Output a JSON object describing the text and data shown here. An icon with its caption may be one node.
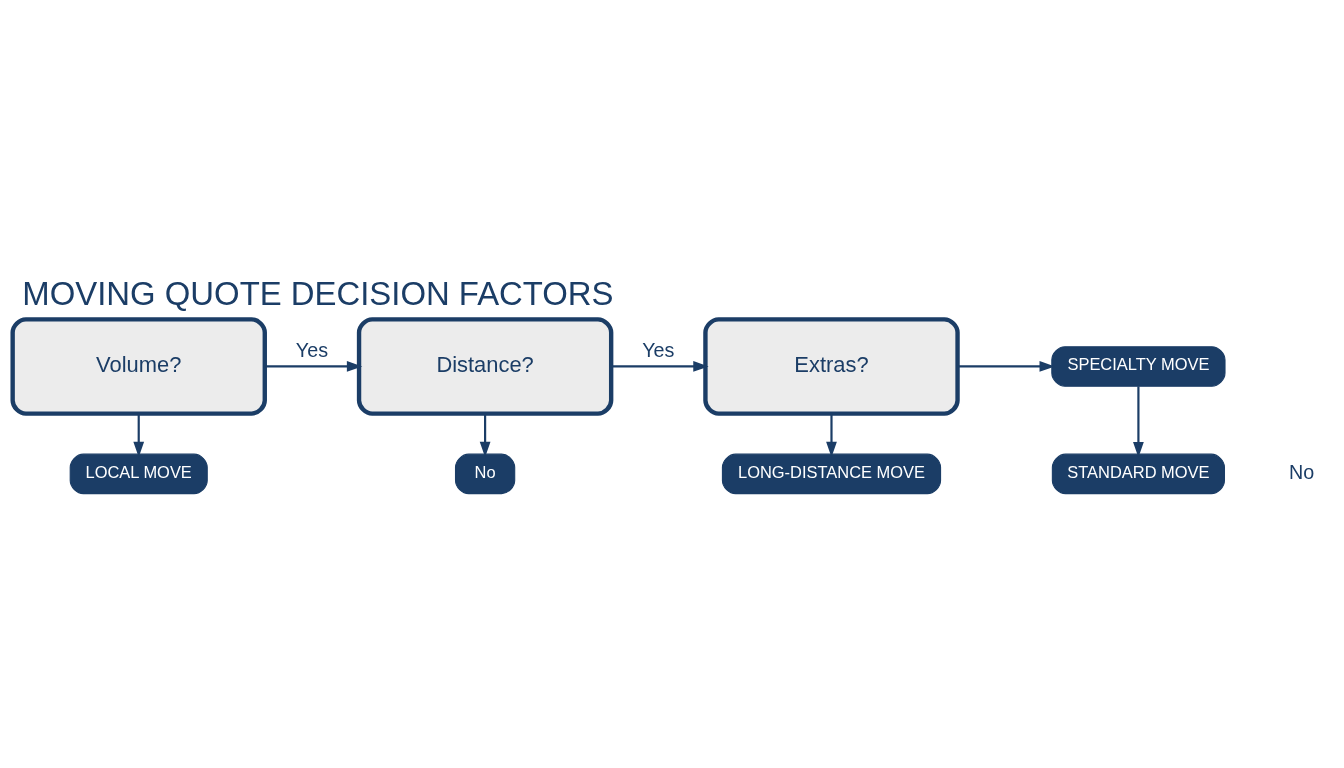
{
  "diagram": {
    "title": "MOVING QUOTE DECISION FACTORS",
    "nodes": [
      {
        "text": [
          "Volume?"
        ]
      },
      {
        "text": [
          "Distance?"
        ]
      },
      {
        "text": [
          "Extras?"
        ]
      },
      {
        "text": [
          "SPECIALTY MOVE"
        ]
      },
      {
        "text": [
          "LOCAL MOVE"
        ]
      },
      {
        "text": [
          "No"
        ]
      },
      {
        "text": [
          "LONG-DISTANCE MOVE"
        ]
      },
      {
        "text": [
          "STANDARD MOVE"
        ]
      }
    ],
    "edges": [
      {
        "from": 0,
        "to": 1,
        "arrow": "to",
        "label": "Yes"
      },
      {
        "from": 1,
        "to": 2,
        "arrow": "to",
        "label": "Yes"
      },
      {
        "from": 2,
        "to": 3,
        "arrow": "to"
      },
      {
        "from": 0,
        "to": 4,
        "arrow": "to"
      },
      {
        "from": 1,
        "to": 5,
        "arrow": "to"
      },
      {
        "from": 2,
        "to": 6,
        "arrow": "to"
      },
      {
        "from": 3,
        "to": 7,
        "arrow": "to"
      }
    ],
    "labels": [
      "No"
    ]
  }
}
